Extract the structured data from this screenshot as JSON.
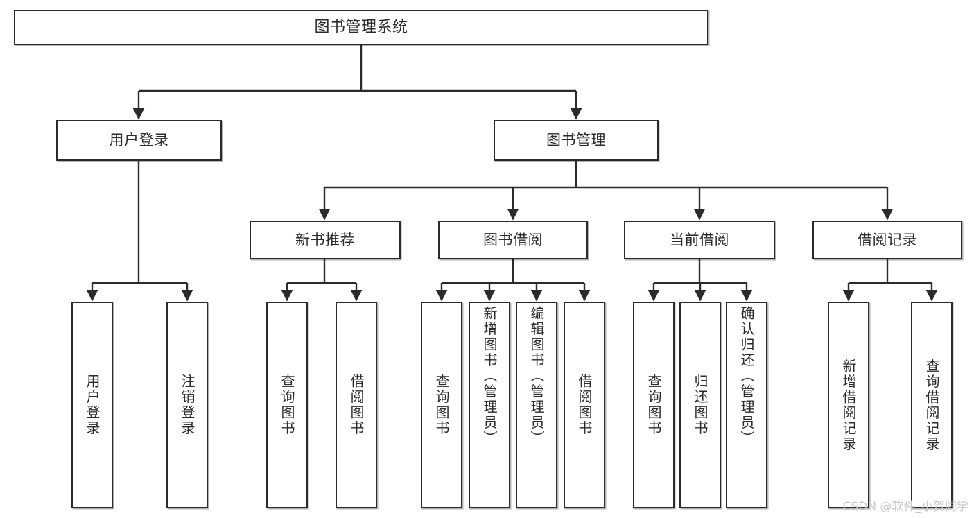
{
  "diagram": {
    "title": "图书管理系统",
    "type": "hierarchy-tree",
    "orientation": "top-down",
    "colors": {
      "box_border": "#2b2b2b",
      "box_fill": "#ffffff",
      "connector": "#2b2b2b",
      "background": "#ffffff",
      "watermark": "#c9c9c9"
    }
  },
  "nodes": {
    "root": {
      "label": "图书管理系统",
      "level": 0
    },
    "level1": [
      {
        "id": "user-login",
        "label": "用户登录"
      },
      {
        "id": "book-management",
        "label": "图书管理"
      }
    ],
    "level2": [
      {
        "id": "new-book-recommend",
        "label": "新书推荐",
        "parent": "book-management"
      },
      {
        "id": "book-borrow",
        "label": "图书借阅",
        "parent": "book-management"
      },
      {
        "id": "current-borrow",
        "label": "当前借阅",
        "parent": "book-management"
      },
      {
        "id": "borrow-record",
        "label": "借阅记录",
        "parent": "book-management"
      }
    ],
    "leaves": {
      "user-login": [
        {
          "id": "leaf-user-login",
          "label": "用户登录"
        },
        {
          "id": "leaf-user-logout",
          "label": "注销登录"
        }
      ],
      "new-book-recommend": [
        {
          "id": "leaf-query-book-1",
          "label": "查询图书"
        },
        {
          "id": "leaf-borrow-book-1",
          "label": "借阅图书"
        }
      ],
      "book-borrow": [
        {
          "id": "leaf-query-book-2",
          "label": "查询图书"
        },
        {
          "id": "leaf-add-book",
          "label": "新增图书（管理员）"
        },
        {
          "id": "leaf-edit-book",
          "label": "编辑图书（管理员）"
        },
        {
          "id": "leaf-borrow-book-2",
          "label": "借阅图书"
        }
      ],
      "current-borrow": [
        {
          "id": "leaf-query-book-3",
          "label": "查询图书"
        },
        {
          "id": "leaf-return-book",
          "label": "归还图书"
        },
        {
          "id": "leaf-confirm-return",
          "label": "确认归还（管理员）"
        }
      ],
      "borrow-record": [
        {
          "id": "leaf-add-record",
          "label": "新增借阅记录"
        },
        {
          "id": "leaf-query-record",
          "label": "查询借阅记录"
        }
      ]
    }
  },
  "watermark": {
    "text": "CSDN @软件_小贺同学"
  }
}
